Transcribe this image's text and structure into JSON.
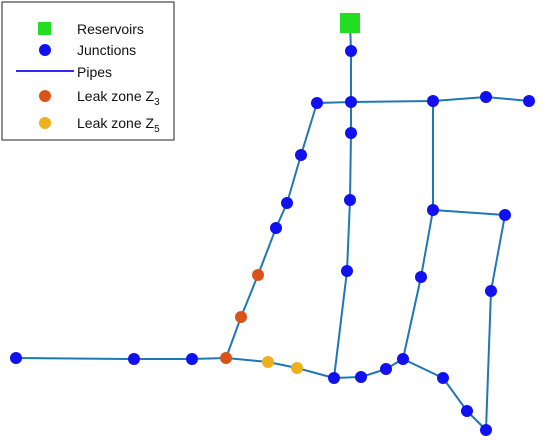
{
  "legend": {
    "reservoirs_label": "Reservoirs",
    "junctions_label": "Junctions",
    "pipes_label": "Pipes",
    "leak_z3_label_main": "Leak zone Z",
    "leak_z3_label_sub": "3",
    "leak_z5_label_main": "Leak zone Z",
    "leak_z5_label_sub": "5"
  },
  "colors": {
    "reservoir": "#22dd22",
    "junction": "#1010f0",
    "pipe": "#1f77b4",
    "leak_z3": "#d95319",
    "leak_z5": "#edb120",
    "legend_border": "#222222"
  },
  "icons": {
    "reservoir": "square",
    "junction": "circle",
    "pipe": "line",
    "leak_zone": "circle"
  },
  "network": {
    "reservoir": {
      "id": "R"
    },
    "nodes": [
      {
        "id": "J1",
        "type": "junction"
      },
      {
        "id": "J2",
        "type": "junction"
      },
      {
        "id": "J3",
        "type": "junction"
      },
      {
        "id": "J4",
        "type": "junction"
      },
      {
        "id": "J5",
        "type": "junction"
      },
      {
        "id": "J6",
        "type": "junction"
      },
      {
        "id": "J7",
        "type": "junction"
      },
      {
        "id": "J8",
        "type": "junction"
      },
      {
        "id": "J9",
        "type": "junction"
      },
      {
        "id": "J10",
        "type": "junction"
      },
      {
        "id": "J11",
        "type": "junction"
      },
      {
        "id": "J12",
        "type": "junction"
      },
      {
        "id": "J13",
        "type": "junction"
      },
      {
        "id": "J14",
        "type": "junction"
      },
      {
        "id": "J15",
        "type": "junction"
      },
      {
        "id": "J16",
        "type": "junction"
      },
      {
        "id": "J17",
        "type": "junction"
      },
      {
        "id": "J18",
        "type": "junction"
      },
      {
        "id": "J19",
        "type": "junction"
      },
      {
        "id": "J20",
        "type": "junction"
      },
      {
        "id": "J21",
        "type": "junction"
      },
      {
        "id": "J22",
        "type": "junction"
      },
      {
        "id": "J23",
        "type": "junction"
      },
      {
        "id": "J24",
        "type": "junction"
      },
      {
        "id": "J25",
        "type": "junction"
      },
      {
        "id": "J26",
        "type": "junction"
      },
      {
        "id": "J27",
        "type": "junction"
      },
      {
        "id": "J28",
        "type": "junction"
      },
      {
        "id": "L3a",
        "type": "leak_z3"
      },
      {
        "id": "L3b",
        "type": "leak_z3"
      },
      {
        "id": "L3c",
        "type": "leak_z3"
      },
      {
        "id": "L5a",
        "type": "leak_z5"
      },
      {
        "id": "L5b",
        "type": "leak_z5"
      }
    ],
    "pipes": [
      [
        "R",
        "J1"
      ],
      [
        "J1",
        "J2"
      ],
      [
        "J2",
        "J3"
      ],
      [
        "J2",
        "J4"
      ],
      [
        "J4",
        "J5"
      ],
      [
        "J5",
        "J6"
      ],
      [
        "J3",
        "J7"
      ],
      [
        "J7",
        "J8"
      ],
      [
        "J8",
        "J9"
      ],
      [
        "J9",
        "J10"
      ],
      [
        "J10",
        "L3a"
      ],
      [
        "L3a",
        "L3b"
      ],
      [
        "L3b",
        "L3c"
      ],
      [
        "J2",
        "J11"
      ],
      [
        "J11",
        "J12"
      ],
      [
        "J12",
        "J13"
      ],
      [
        "J13",
        "J14"
      ],
      [
        "J4",
        "J15"
      ],
      [
        "J15",
        "J16"
      ],
      [
        "J16",
        "J17"
      ],
      [
        "J17",
        "J18"
      ],
      [
        "J15",
        "J19"
      ],
      [
        "J19",
        "J20"
      ],
      [
        "J20",
        "J21"
      ],
      [
        "J22",
        "J23"
      ],
      [
        "J23",
        "J24"
      ],
      [
        "J24",
        "L3c"
      ],
      [
        "L3c",
        "L5a"
      ],
      [
        "L5a",
        "L5b"
      ],
      [
        "L5b",
        "J14"
      ],
      [
        "J14",
        "J25"
      ],
      [
        "J25",
        "J26"
      ],
      [
        "J26",
        "J18"
      ],
      [
        "J18",
        "J27"
      ],
      [
        "J27",
        "J28"
      ],
      [
        "J28",
        "J21"
      ]
    ]
  }
}
